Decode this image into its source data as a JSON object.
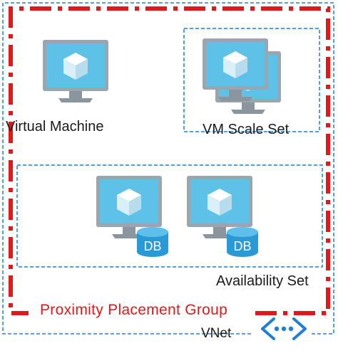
{
  "labels": {
    "virtual_machine": "Virtual Machine",
    "vm_scale_set": "VM Scale Set",
    "availability_set": "Availability Set",
    "proximity_placement_group": "Proximity Placement Group",
    "vnet": "VNet"
  },
  "db_badge_text": "DB",
  "icons": {
    "virtual_machine": "monitor-cube-icon",
    "vm_scale_set": "stacked-monitors-cube-icon",
    "availability_set_vm": "monitor-cube-database-icon",
    "vnet": "vnet-dots-icon"
  },
  "colors": {
    "ppg_border": "#e0191c",
    "vnet_border": "#1f7fd4",
    "group_border": "#1f7fd4",
    "monitor_frame": "#9aa5ad",
    "screen": "#5ec1e8",
    "cube_light": "#ffffff",
    "cube_mid": "#dbeff8",
    "cube_dark": "#b7dcee",
    "db_body": "#2a9ad6",
    "db_top": "#5fbfeb",
    "vnet_icon": "#1f7fd4"
  }
}
